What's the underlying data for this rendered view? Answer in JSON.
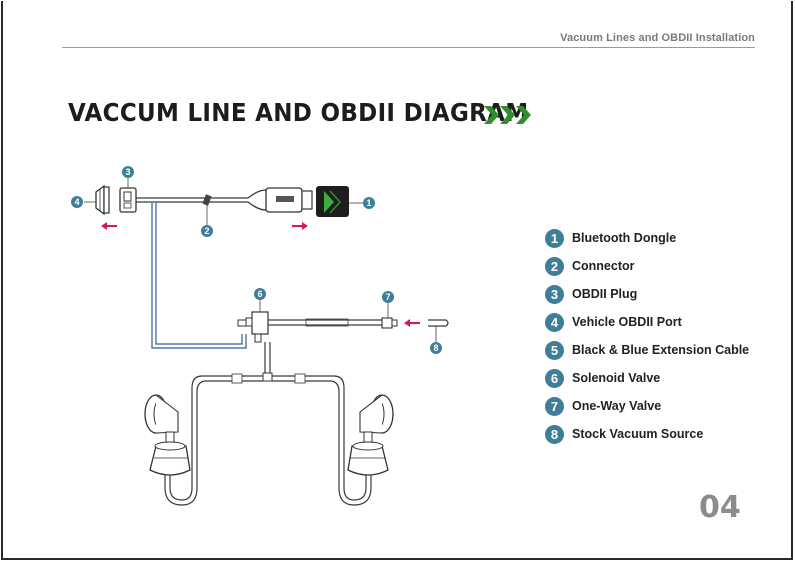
{
  "header": {
    "title": "Vacuum Lines and OBDII Installation"
  },
  "main_title": "VACCUM LINE AND OBDII DIAGRAM",
  "accent_color": "#2f8f2f",
  "badge_color": "#3f7e99",
  "arrow_color": "#d6185a",
  "icons": [
    "triple-chevron-icon",
    "bluetooth-dongle-icon",
    "obdii-plug-icon",
    "vehicle-obdii-port-icon",
    "solenoid-valve-icon",
    "one-way-valve-icon",
    "gauge-pod-icon"
  ],
  "callouts": [
    "1",
    "2",
    "3",
    "4",
    "6",
    "7",
    "8"
  ],
  "legend": [
    {
      "number": "1",
      "label": "Bluetooth Dongle"
    },
    {
      "number": "2",
      "label": "Connector"
    },
    {
      "number": "3",
      "label": "OBDII Plug"
    },
    {
      "number": "4",
      "label": "Vehicle OBDII Port"
    },
    {
      "number": "5",
      "label": "Black & Blue Extension Cable"
    },
    {
      "number": "6",
      "label": "Solenoid Valve"
    },
    {
      "number": "7",
      "label": "One-Way Valve"
    },
    {
      "number": "8",
      "label": "Stock Vacuum Source"
    }
  ],
  "page_number": "04"
}
